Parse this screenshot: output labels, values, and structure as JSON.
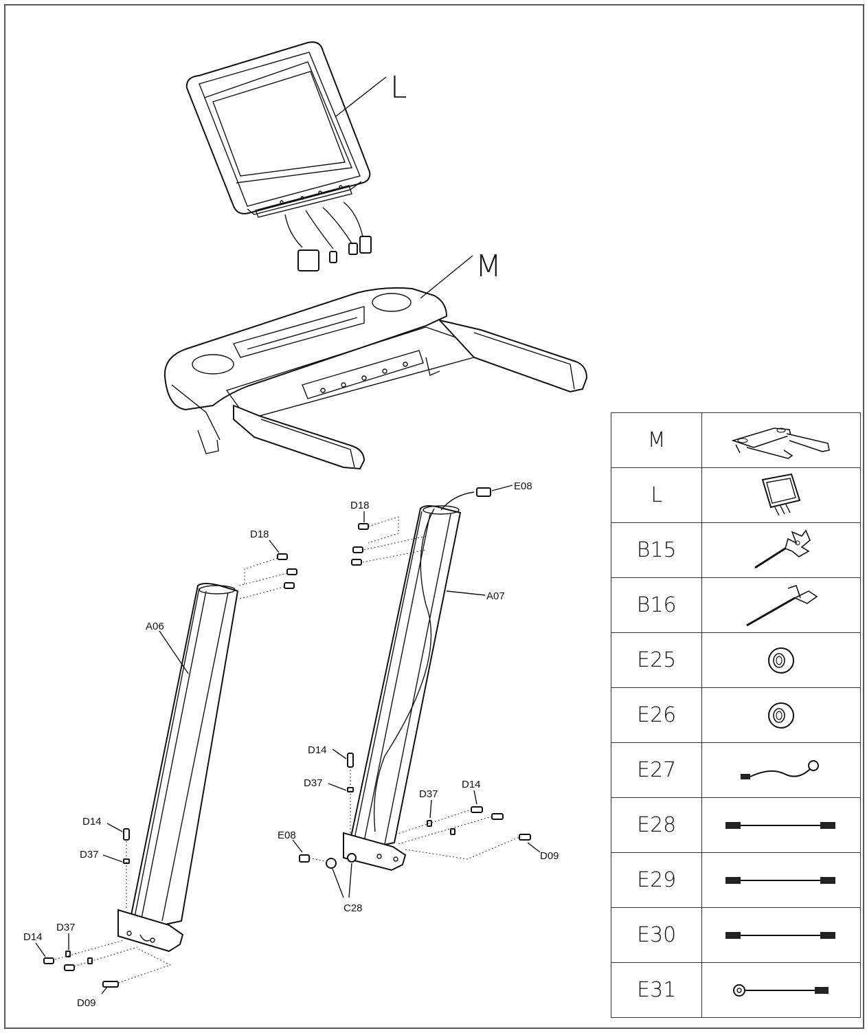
{
  "callouts": {
    "console": "L",
    "frame": "M",
    "left_upright": "A06",
    "right_upright": "A07",
    "bolt_d18_right": "D18",
    "bolt_d18_left": "D18",
    "cable_e08_top": "E08",
    "cable_e08_bottom": "E08",
    "bolt_d14_right_top": "D14",
    "washer_d37_right_top": "D37",
    "washer_d37_right_mid": "D37",
    "bolt_d14_right_mid": "D14",
    "bolt_d09_right": "D09",
    "washer_c28": "C28",
    "bolt_d14_left_top": "D14",
    "washer_d37_left_top": "D37",
    "bolt_d14_left_bottom": "D14",
    "washer_d37_left_bottom": "D37",
    "bolt_d09_left": "D09"
  },
  "parts_table": [
    {
      "code": "M",
      "icon": "console-frame-icon"
    },
    {
      "code": "L",
      "icon": "console-display-icon"
    },
    {
      "code": "B15",
      "icon": "cross-wrench-icon"
    },
    {
      "code": "B16",
      "icon": "allen-key-icon"
    },
    {
      "code": "E25",
      "icon": "ferrite-ring-icon"
    },
    {
      "code": "E26",
      "icon": "ferrite-ring-icon"
    },
    {
      "code": "E27",
      "icon": "sensor-cable-icon"
    },
    {
      "code": "E28",
      "icon": "connector-cable-icon"
    },
    {
      "code": "E29",
      "icon": "connector-cable-icon"
    },
    {
      "code": "E30",
      "icon": "connector-cable-icon"
    },
    {
      "code": "E31",
      "icon": "ground-cable-icon"
    }
  ]
}
